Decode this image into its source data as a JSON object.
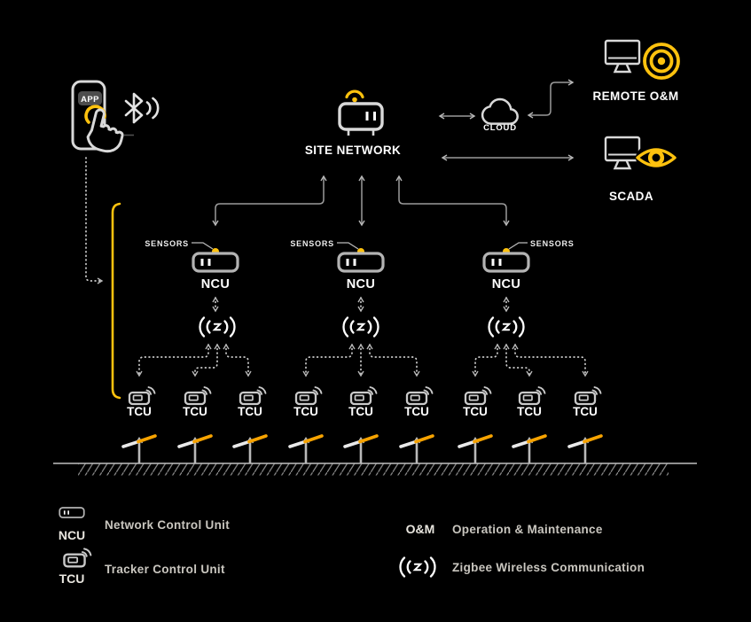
{
  "diagram": {
    "app_badge_label": "APP",
    "site_network_label": "SITE NETWORK",
    "cloud_label": "CLOUD",
    "remote_om_label": "REMOTE O&M",
    "scada_label": "SCADA",
    "sensors_label": "SENSORS",
    "ncu_label": "NCU",
    "tcu_label": "TCU",
    "ncu_group_count": 3,
    "tcu_per_group": 3
  },
  "legend": {
    "ncu": {
      "abbr": "NCU",
      "icon": "ncu-device-icon",
      "desc": "Network Control Unit"
    },
    "tcu": {
      "abbr": "TCU",
      "icon": "tcu-device-icon",
      "desc": "Tracker Control Unit"
    },
    "om": {
      "abbr": "O&M",
      "desc": "Operation & Maintenance"
    },
    "zigbee": {
      "icon": "zigbee-icon",
      "desc": "Zigbee Wireless Communication"
    }
  },
  "icons": {
    "phone_app": "smartphone-tap-icon",
    "bluetooth": "bluetooth-icon",
    "site_network": "wifi-router-icon",
    "cloud": "cloud-icon",
    "remote_om": "monitor-broadcast-icon",
    "scada": "monitor-eye-icon",
    "ncu": "control-box-icon",
    "tcu": "tracker-controller-icon",
    "zigbee": "zigbee-wireless-icon",
    "tracker": "solar-tracker-icon"
  },
  "colors": {
    "background": "#000000",
    "accent_yellow": "#ffc20e",
    "panel_orange": "#f7a300",
    "icon_gray": "#d9d9d9",
    "arrow_gray": "#9a9a9a",
    "text_white": "#ffffff",
    "legend_text": "#c9c6bf"
  }
}
